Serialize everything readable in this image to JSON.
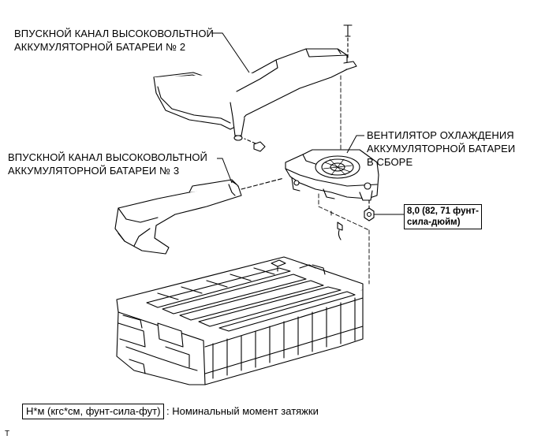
{
  "labels": {
    "intake_duct_2": {
      "line1": "ВПУСКНОЙ КАНАЛ ВЫСОКОВОЛЬТНОЙ",
      "line2": "АККУМУЛЯТОРНОЙ БАТАРЕИ № 2"
    },
    "intake_duct_3": {
      "line1": "ВПУСКНОЙ КАНАЛ ВЫСОКОВОЛЬТНОЙ",
      "line2": "АККУМУЛЯТОРНОЙ БАТАРЕИ № 3"
    },
    "cooling_fan": {
      "line1": "ВЕНТИЛЯТОР ОХЛАЖДЕНИЯ",
      "line2": "АККУМУЛЯТОРНОЙ БАТАРЕИ",
      "line3": "В СБОРЕ"
    },
    "torque_spec": {
      "line1": "8,0 (82, 71 фунт-",
      "line2": "сила-дюйм)"
    }
  },
  "legend": {
    "unit_box": "Н*м (кгс*см, фунт-сила-фут)",
    "description": ": Номинальный момент затяжки"
  },
  "corner_mark": "T"
}
